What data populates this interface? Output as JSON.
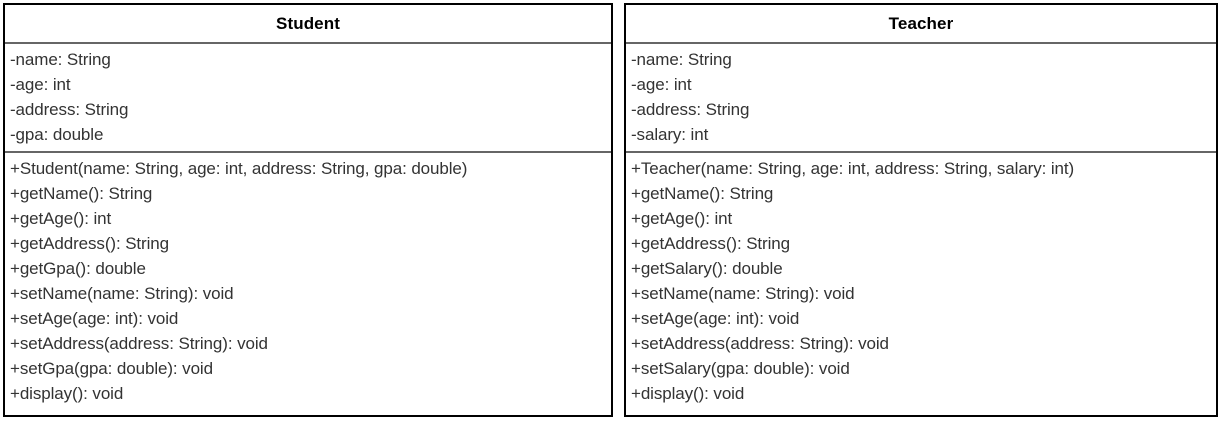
{
  "diagram": {
    "type": "uml-class-diagram",
    "background_color": "#ffffff",
    "border_color": "#000000",
    "divider_color": "#666666",
    "text_color": "#333333",
    "title_color": "#000000",
    "classes": [
      {
        "name": "Student",
        "attributes": [
          "-name: String",
          "-age: int",
          "-address: String",
          "-gpa: double"
        ],
        "methods": [
          "+Student(name: String, age: int, address: String, gpa: double)",
          "+getName(): String",
          "+getAge(): int",
          "+getAddress(): String",
          "+getGpa(): double",
          "+setName(name: String): void",
          "+setAge(age: int): void",
          "+setAddress(address: String): void",
          "+setGpa(gpa: double): void",
          "+display(): void"
        ]
      },
      {
        "name": "Teacher",
        "attributes": [
          "-name: String",
          "-age: int",
          "-address: String",
          "-salary: int"
        ],
        "methods": [
          "+Teacher(name: String, age: int, address: String, salary: int)",
          "+getName(): String",
          "+getAge(): int",
          "+getAddress(): String",
          "+getSalary(): double",
          "+setName(name: String): void",
          "+setAge(age: int): void",
          "+setAddress(address: String): void",
          "+setSalary(gpa: double): void",
          "+display(): void"
        ]
      }
    ]
  }
}
